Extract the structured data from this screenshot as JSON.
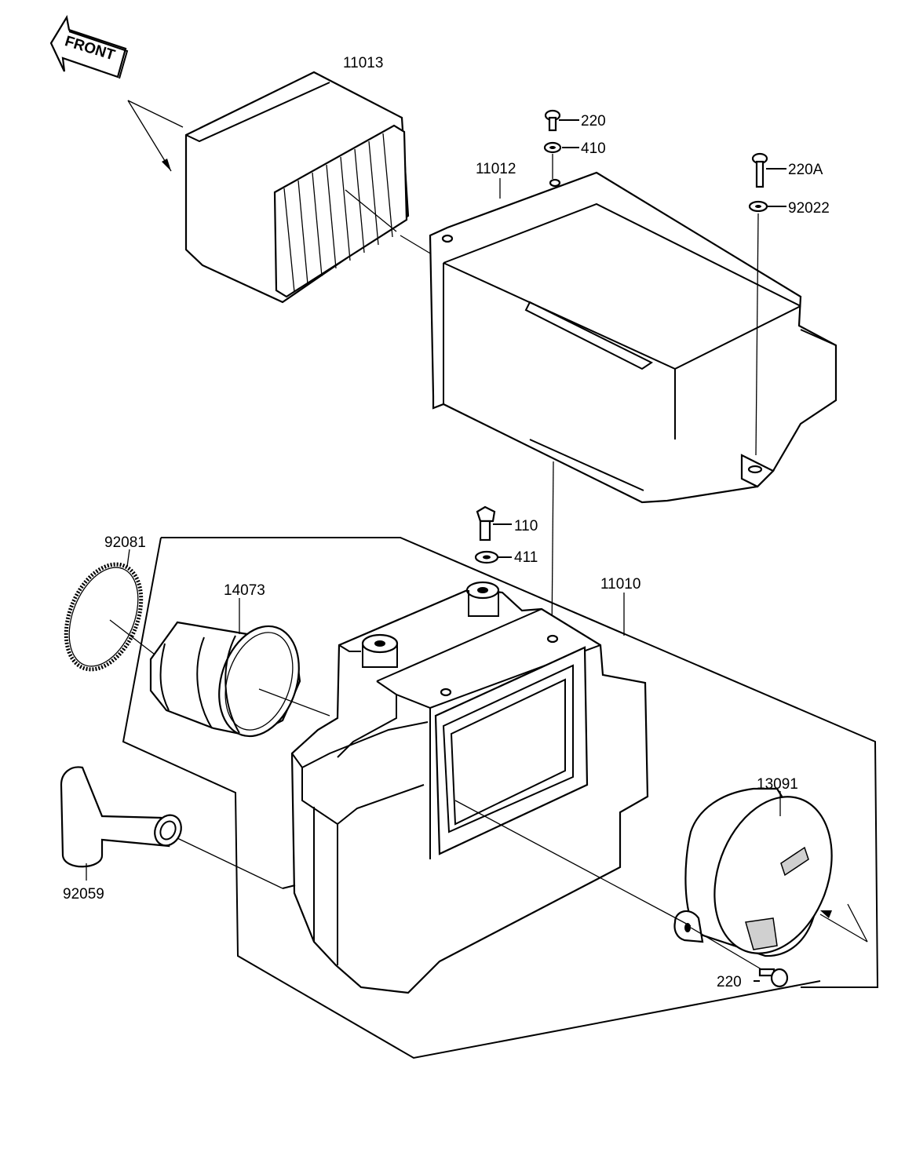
{
  "front_arrow": {
    "text": "FRONT"
  },
  "callouts": {
    "air_filter_element": "11013",
    "filter_cover": "11012",
    "air_cleaner_case": "11010",
    "o_ring": "92081",
    "intake_duct": "14073",
    "breather_hose": "92059",
    "cap": "13091",
    "cover_screw": "220",
    "cover_washer": "410",
    "cover_screw_rear": "220A",
    "cover_washer_rear": "92022",
    "case_bolt": "110",
    "case_washer": "411",
    "cap_screw": "220"
  }
}
